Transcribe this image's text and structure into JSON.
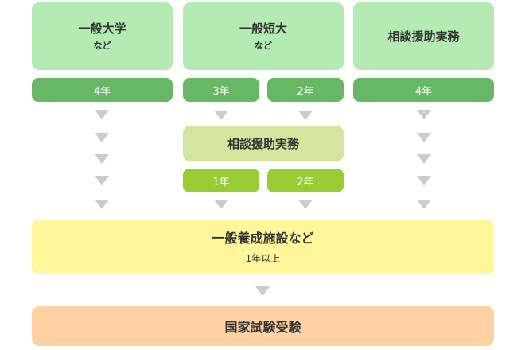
{
  "top": [
    {
      "title": "一般大学",
      "sub": "など"
    },
    {
      "title": "一般短大",
      "sub": "など"
    },
    {
      "title": "相談援助実務",
      "sub": ""
    }
  ],
  "durations_top": [
    "4年",
    "3年",
    "2年",
    "4年"
  ],
  "middle": {
    "title": "相談援助実務",
    "durations": [
      "1年",
      "2年"
    ]
  },
  "facility": {
    "title": "一般養成施設など",
    "sub": "1年以上"
  },
  "exam": {
    "title": "国家試験受験"
  },
  "colors": {
    "top_box": "#b3ebb3",
    "duration_dark": "#66b864",
    "duration_lime": "#99cc33",
    "middle_box": "#d4e69e",
    "facility_box": "#fff799",
    "exam_box": "#ffd1a3",
    "arrow": "#cccccc"
  },
  "icons": {
    "arrow": "triangle-down"
  }
}
